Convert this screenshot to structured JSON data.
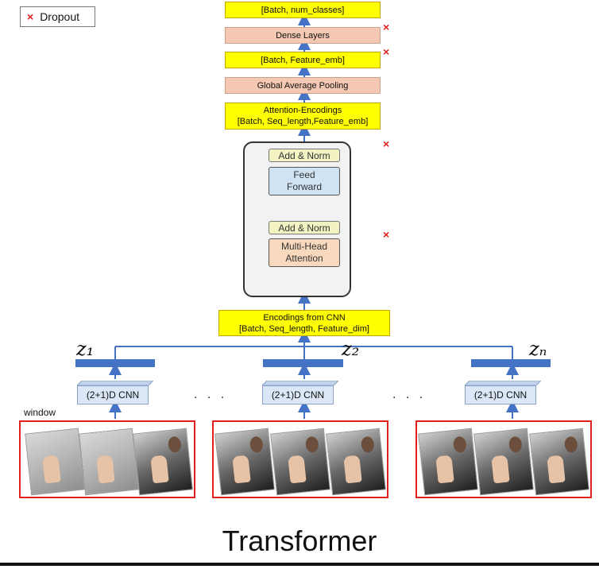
{
  "legend": {
    "marker": "×",
    "label": "Dropout"
  },
  "top_stack": {
    "output_shape": "[Batch, num_classes]",
    "dense": "Dense Layers",
    "feature_shape": "[Batch, Feature_emb]",
    "pooling": "Global Average Pooling",
    "attention_encodings": "Attention-Encodings\n[Batch, Seq_length,Feature_emb]"
  },
  "dropout_marks": [
    "×",
    "×",
    "×",
    "×"
  ],
  "transformer_block": {
    "add_norm_top": "Add & Norm",
    "feed_forward": "Feed\nForward",
    "add_norm_bottom": "Add & Norm",
    "multi_head": "Multi-Head\nAttention"
  },
  "encodings_from_cnn": "Encodings from CNN\n[Batch, Seq_length, Feature_dim]",
  "z_labels": [
    "z₁",
    "z₂",
    "zₙ"
  ],
  "cnn_label": "(2+1)D CNN",
  "dots": ". . .",
  "window_label": "window",
  "caption": "Transformer",
  "colors": {
    "yellow": "#ffff00",
    "salmon": "#f4c8b2",
    "blue_bar": "#4472c4",
    "cnn_face": "#dbe7f7",
    "arrow": "#4472c4",
    "dropout": "#e0201c",
    "window_border": "#e0201c"
  }
}
